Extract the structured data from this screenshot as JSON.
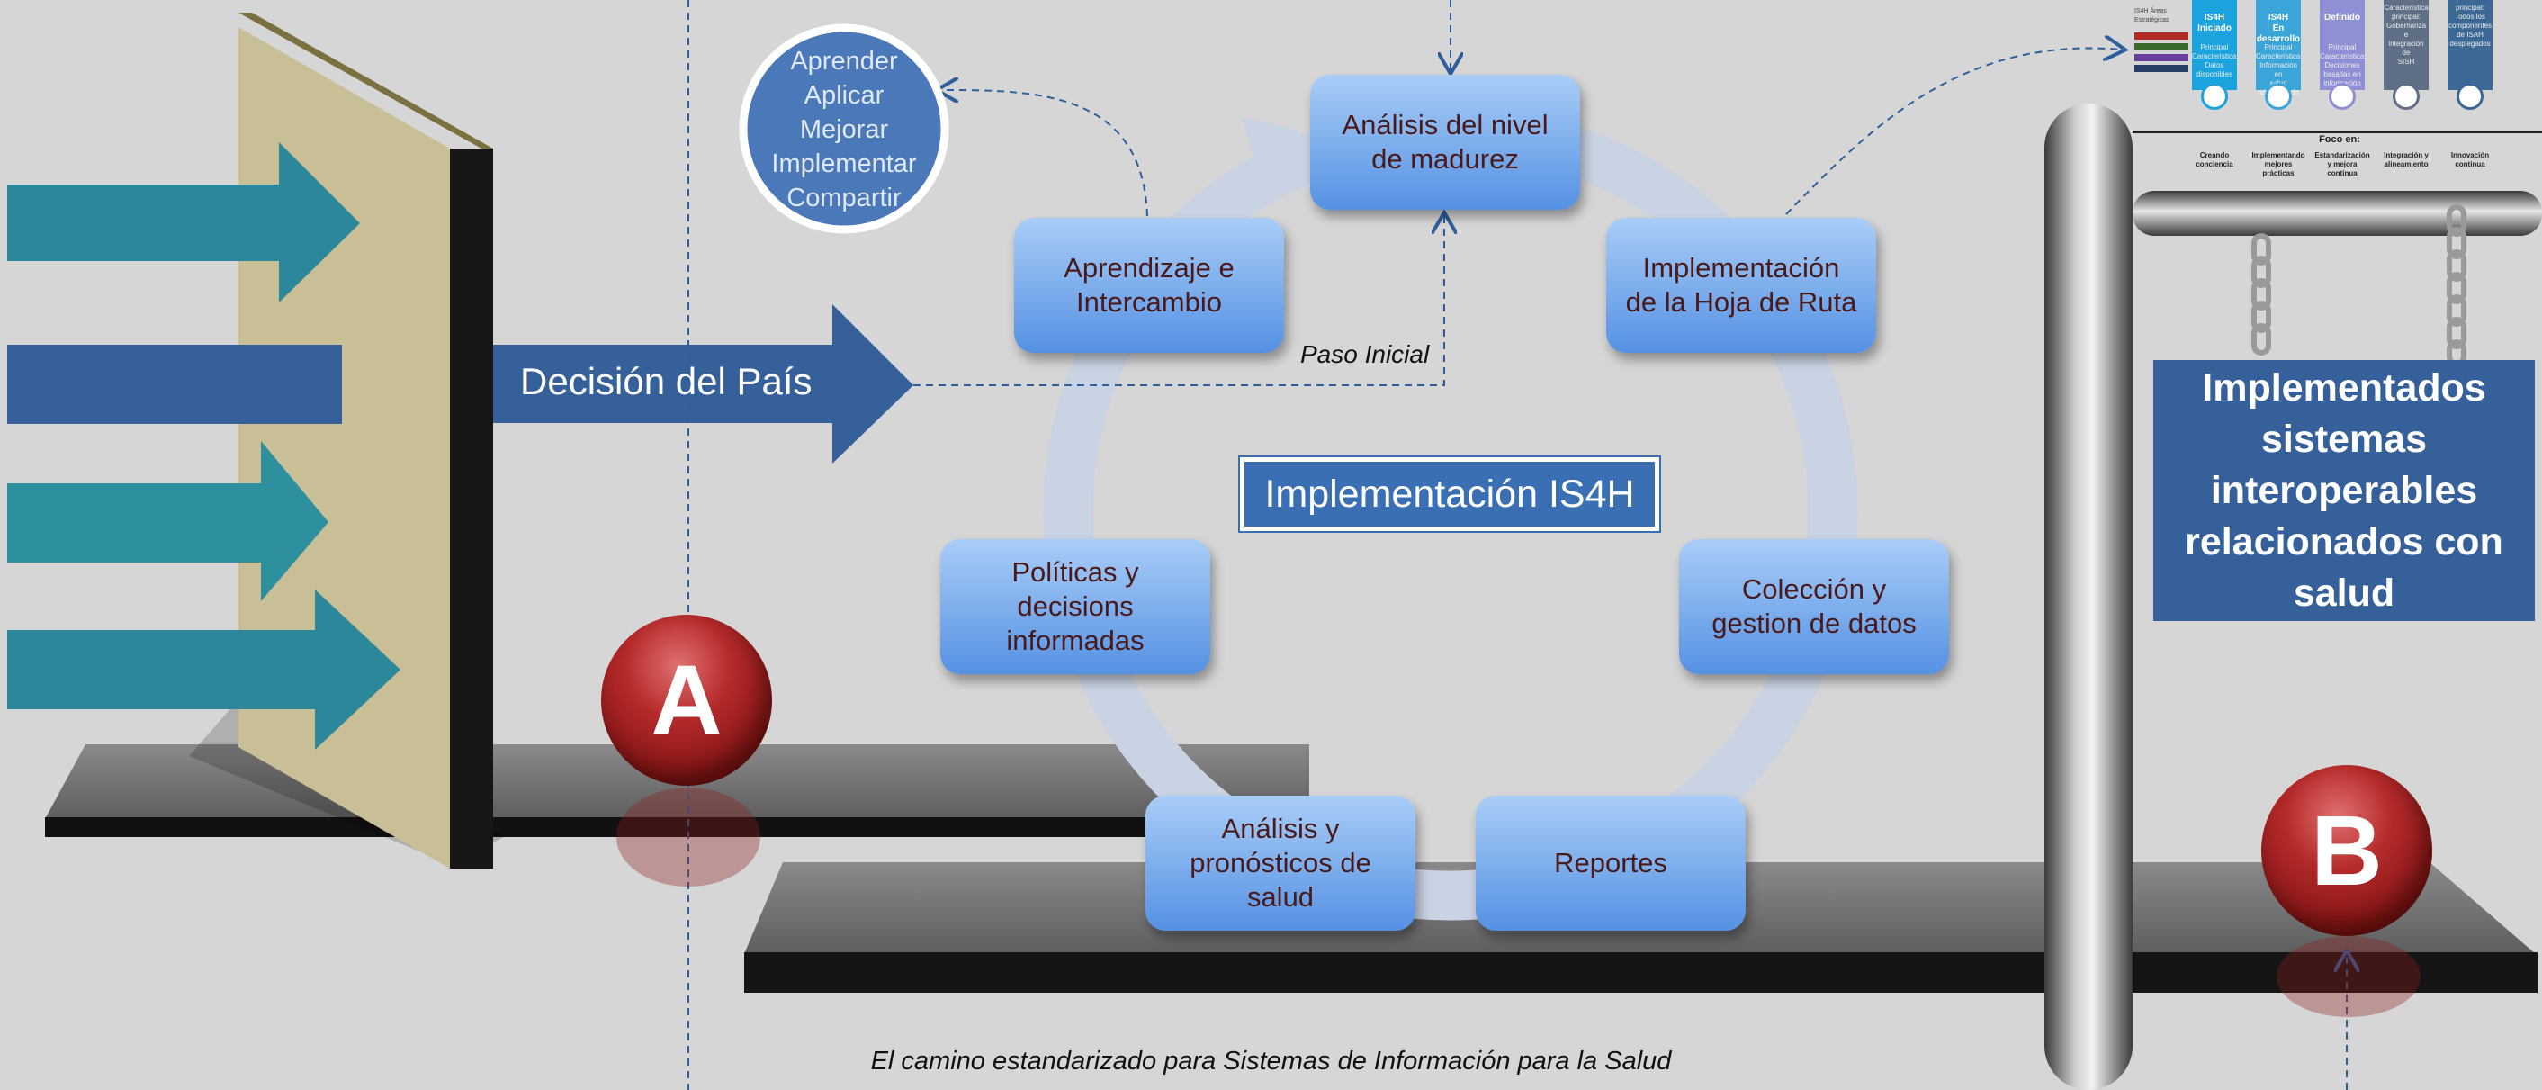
{
  "circle_note": "Aprender\nAplicar\nMejorar\nImplementar\nCompartir",
  "decision_label": "Decisión del País",
  "paso_label": "Paso Inicial",
  "center_title": "Implementación IS4H",
  "cycle_nodes": [
    "Análisis del nivel\nde madurez",
    "Implementación\nde la Hoja de Ruta",
    "Colección y\ngestion de datos",
    "Reportes",
    "Análisis y\npronósticos de\nsalud",
    "Políticas y\ndecisions\ninformadas",
    "Aprendizaje e\nIntercambio"
  ],
  "outcome_text": "Implementados\nsistemas\ninteroperables\nrelacionados con\nsalud",
  "marker_a": "A",
  "marker_b": "B",
  "caption": "El camino estandarizado para Sistemas de Información para la Salud",
  "mini_chart": {
    "axis_label": "IS4H Áreas\nEstratégicas",
    "columns": [
      {
        "title": "IS4H\nIniciado",
        "sub": "Principal\nCaracterística:\nDatos\ndisponibles",
        "color": "#1ba3dd",
        "foot": "Creando\nconciencia"
      },
      {
        "title": "IS4H\nEn\ndesarrollo",
        "sub": "Principal\nCaracterística:\nInformación en\nsalud\nadministrada",
        "color": "#3aa5d8",
        "foot": "Implementando\nmejores prácticas"
      },
      {
        "title": "Definido",
        "sub": "Principal\nCaracterística:\nDecisiones\nbasadas en\ninformación de\ncalidad",
        "color": "#8e8fd4",
        "foot": "Estandarización\ny mejora\ncontinua"
      },
      {
        "title": "",
        "sub": "Característica\nprincipal:\nGobernanza e\nintegración de\nSISH",
        "color": "#5e6f86",
        "foot": "Integración y\nalineamiento"
      },
      {
        "title": "",
        "sub": "principal:\nTodos los\ncomponentes\nde ISAH\ndesplegados",
        "color": "#3b6895",
        "foot": "Innovación\ncontinua"
      }
    ],
    "row_colors": [
      "#b02a2a",
      "#3b6b2a",
      "#6a3fa0",
      "#273f66"
    ],
    "focus_label": "Foco en:"
  },
  "colors": {
    "node_top": "#a9cdf7",
    "node_bottom": "#5591e3",
    "arrow_teal": "#2b8799",
    "arrow_blue": "#36609a",
    "ball": "#b52a2a",
    "dashed": "#2e5e9c"
  }
}
